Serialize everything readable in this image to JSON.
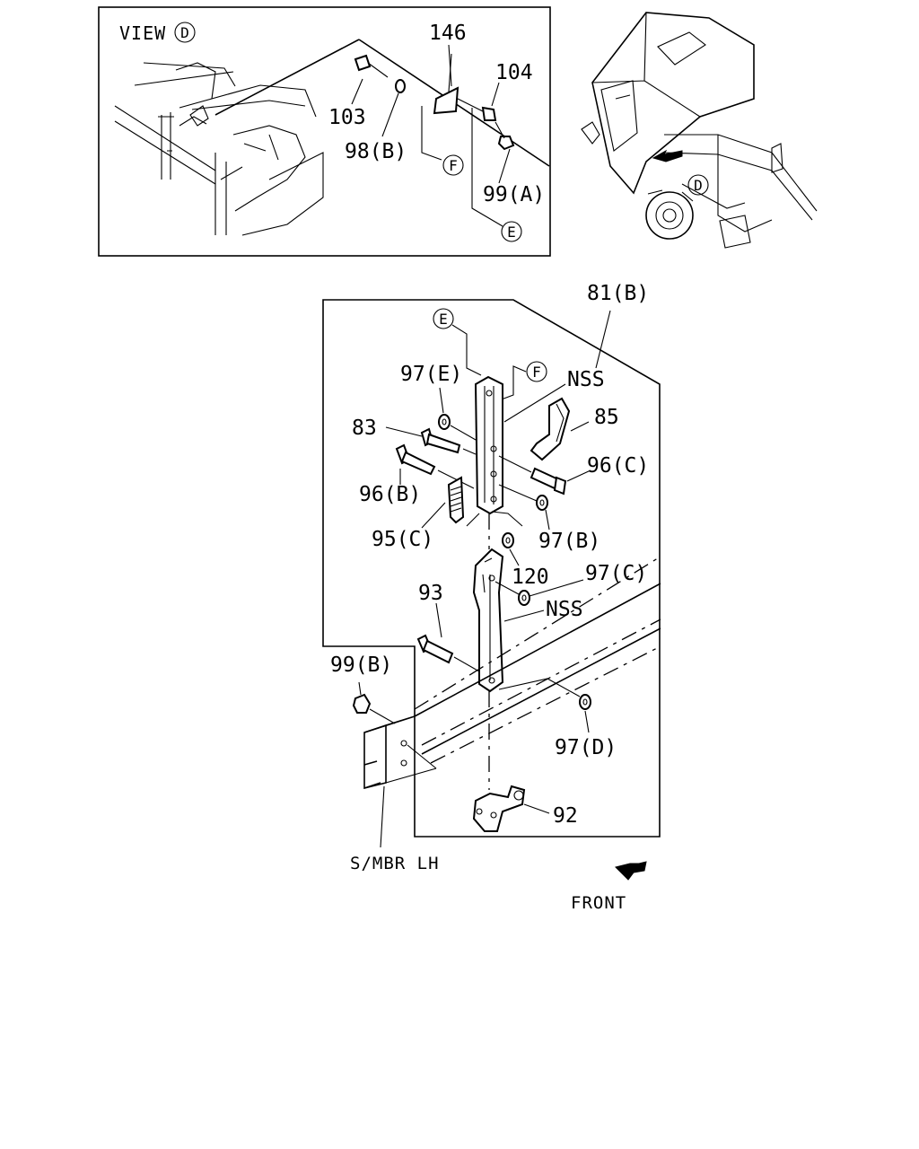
{
  "inset": {
    "view_label": "VIEW",
    "view_ref": "D",
    "labels": {
      "p146": "146",
      "p104": "104",
      "p103": "103",
      "p98b": "98(B)",
      "p99a": "99(A)",
      "ref_f": "F",
      "ref_e": "E"
    }
  },
  "truck": {
    "ref_d": "D"
  },
  "main": {
    "labels": {
      "p81b": "81(B)",
      "ref_e": "E",
      "ref_f": "F",
      "p97e": "97(E)",
      "nss1": "NSS",
      "p85": "85",
      "p83": "83",
      "p96c": "96(C)",
      "p96b": "96(B)",
      "p95c": "95(C)",
      "p97b": "97(B)",
      "p120": "120",
      "p97c": "97(C)",
      "p93": "93",
      "nss2": "NSS",
      "p99b": "99(B)",
      "p97d": "97(D)",
      "p92": "92",
      "smbr": "S/MBR LH",
      "front": "FRONT"
    }
  },
  "colors": {
    "line": "#000000",
    "background": "#ffffff"
  }
}
